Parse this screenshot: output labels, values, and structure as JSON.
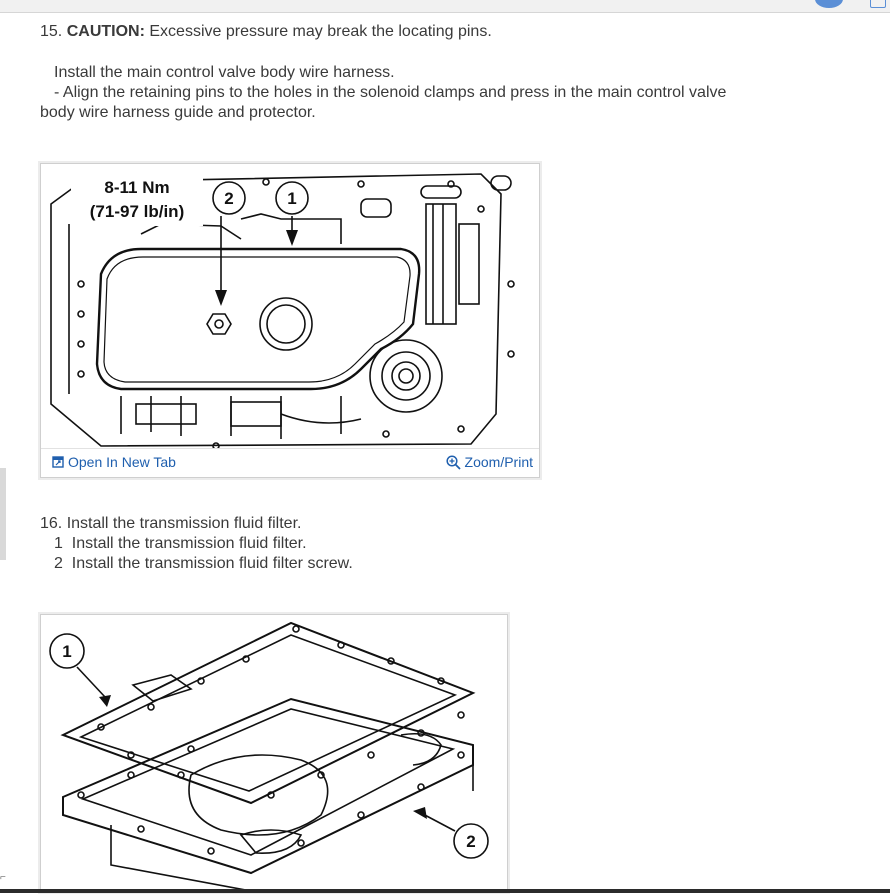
{
  "step15": {
    "number": "15.",
    "caution_label": "CAUTION:",
    "caution_text": "Excessive pressure may break the locating pins.",
    "action": "Install the main control valve body wire harness.",
    "sub_line1": "-  Align the retaining pins to the holes in the solenoid clamps and press in the main control valve",
    "sub_line2": "body wire harness guide and protector."
  },
  "figure1": {
    "torque_nm": "8-11 Nm",
    "torque_lb": "(71-97 lb/in)",
    "callout_1": "1",
    "callout_2": "2",
    "open_label": "Open In New Tab",
    "zoom_label": "Zoom/Print"
  },
  "step16": {
    "title": "16. Install the transmission fluid filter.",
    "item1_num": "1",
    "item1_text": "Install the transmission fluid filter.",
    "item2_num": "2",
    "item2_text": "Install the transmission fluid filter screw."
  },
  "figure2": {
    "callout_1": "1",
    "callout_2": "2"
  },
  "colors": {
    "link": "#1f5fae",
    "text": "#3a3a3a"
  },
  "icons": {
    "open": "open-new-tab-icon",
    "zoom": "zoom-in-icon"
  }
}
